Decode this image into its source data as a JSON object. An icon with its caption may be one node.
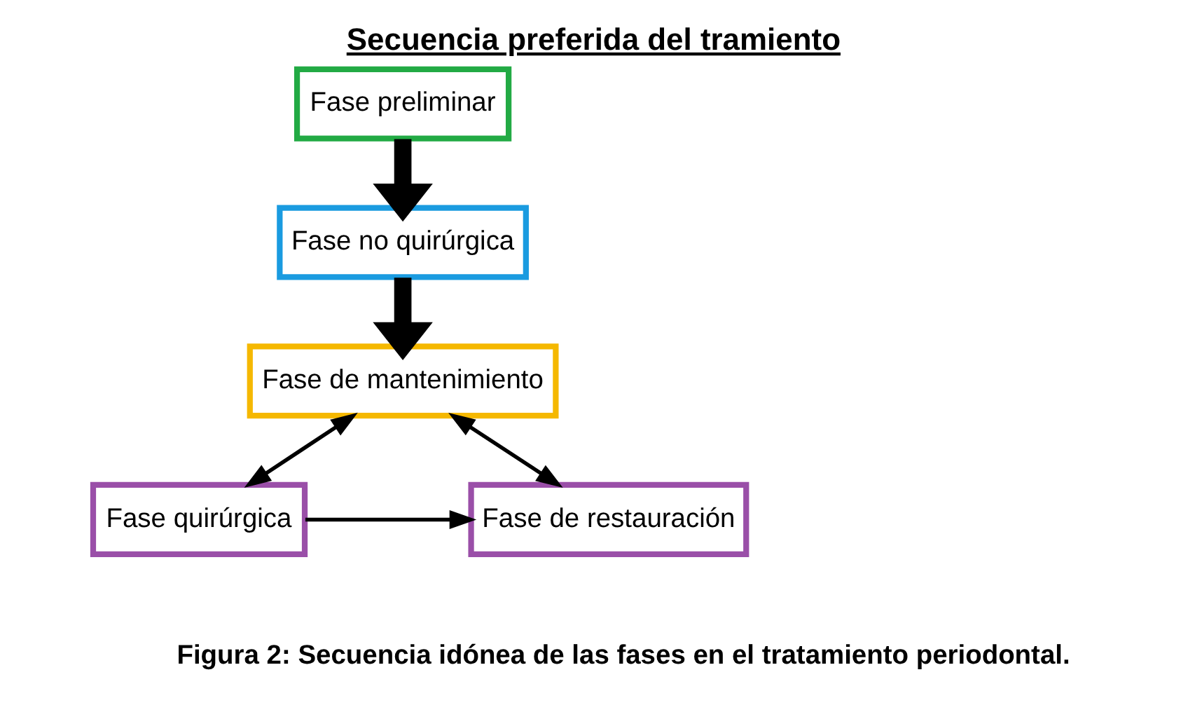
{
  "diagram": {
    "title": "Secuencia preferida del tramiento",
    "caption": "Figura 2: Secuencia idónea de las fases en el tratamiento periodontal.",
    "nodes": [
      {
        "text": [
          "Fase preliminar"
        ]
      },
      {
        "text": [
          "Fase no quirúrgica"
        ]
      },
      {
        "text": [
          "Fase de mantenimiento"
        ]
      },
      {
        "text": [
          "Fase quirúrgica"
        ]
      },
      {
        "text": [
          "Fase de restauración"
        ]
      }
    ],
    "edges": [
      {
        "from": 0,
        "to": 1,
        "arrow": "to",
        "style": "thick"
      },
      {
        "from": 1,
        "to": 2,
        "arrow": "to",
        "style": "thick"
      },
      {
        "from": 2,
        "to": 3,
        "arrow": "both"
      },
      {
        "from": 2,
        "to": 4,
        "arrow": "both"
      },
      {
        "from": 3,
        "to": 4,
        "arrow": "to"
      }
    ]
  }
}
